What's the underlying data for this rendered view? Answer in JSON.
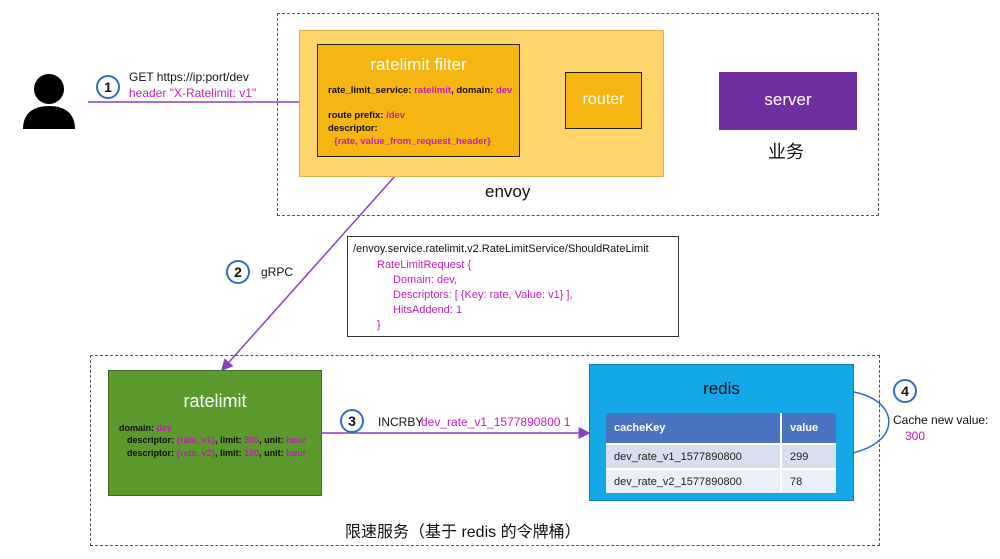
{
  "step1": {
    "num": "1",
    "line1": "GET  https://ip:port/dev",
    "line2": "header \"X-Ratelimit: v1\""
  },
  "step2": {
    "num": "2",
    "label": "gRPC"
  },
  "step3": {
    "num": "3",
    "label": "INCRBY",
    "key": "dev_rate_v1_1577890800  1"
  },
  "step4": {
    "num": "4",
    "label": "Cache new value:",
    "value": "300"
  },
  "filter": {
    "title": "ratelimit filter",
    "svc_label": "rate_limit_service",
    "svc_value": "ratelimit",
    "domain_label": "domain",
    "domain_value": "dev",
    "prefix_label": "route prefix",
    "prefix_value": "/dev",
    "descriptor_label": "descriptor",
    "descriptor_value": "{rate,  value_from_request_header}"
  },
  "router": {
    "label": "router"
  },
  "server": {
    "label": "server"
  },
  "business_label": "业务",
  "envoy_label": "envoy",
  "grpc_call": {
    "path": "/envoy.service.ratelimit.v2.RateLimitService/ShouldRateLimit",
    "lines": [
      "RateLimitRequest {",
      "Domain: dev,",
      "Descriptors: [ {Key: rate, Value: v1} ],",
      "HitsAddend: 1",
      "}"
    ]
  },
  "ratelimit": {
    "title": "ratelimit",
    "domain_label": "domain",
    "domain_value": "dev",
    "descriptors": [
      {
        "label": "descriptor",
        "value": "{rate, v1}",
        "limit_label": "limit",
        "limit": "300",
        "unit_label": "unit",
        "unit": "hour"
      },
      {
        "label": "descriptor",
        "value": "{rate, v2}",
        "limit_label": "limit",
        "limit": "100",
        "unit_label": "unit",
        "unit": "hour"
      }
    ]
  },
  "redis": {
    "title": "redis",
    "headers": [
      "cacheKey",
      "value"
    ],
    "rows": [
      [
        "dev_rate_v1_1577890800",
        "299"
      ],
      [
        "dev_rate_v2_1577890800",
        "78"
      ]
    ]
  },
  "bottom_label": "限速服务（基于 redis 的令牌桶）",
  "colors": {
    "magenta": "#c21fb4",
    "purple_arrow": "#8a3fc0",
    "blue_arrow": "#2a6fc4",
    "filter": "#f6b510",
    "server": "#6f2fa0",
    "ratelimit": "#5b9a2c",
    "redis": "#14a8e8",
    "table_header": "#4a73c2"
  }
}
